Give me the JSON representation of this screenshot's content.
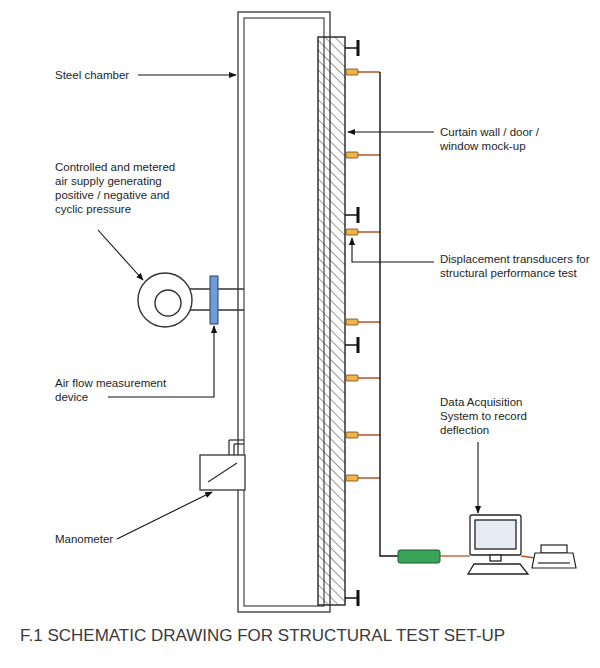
{
  "diagram": {
    "caption": "F.1 SCHEMATIC DRAWING FOR STRUCTURAL TEST SET-UP",
    "labels": [
      "Steel chamber",
      "Controlled and metered air supply generating positive / negative and cyclic pressure",
      "Air flow measurement device",
      "Manometer",
      "Curtain wall / door / window mock-up",
      "Displacement transducers for structural performance test",
      "Data Acquisition System to record deflection"
    ]
  }
}
